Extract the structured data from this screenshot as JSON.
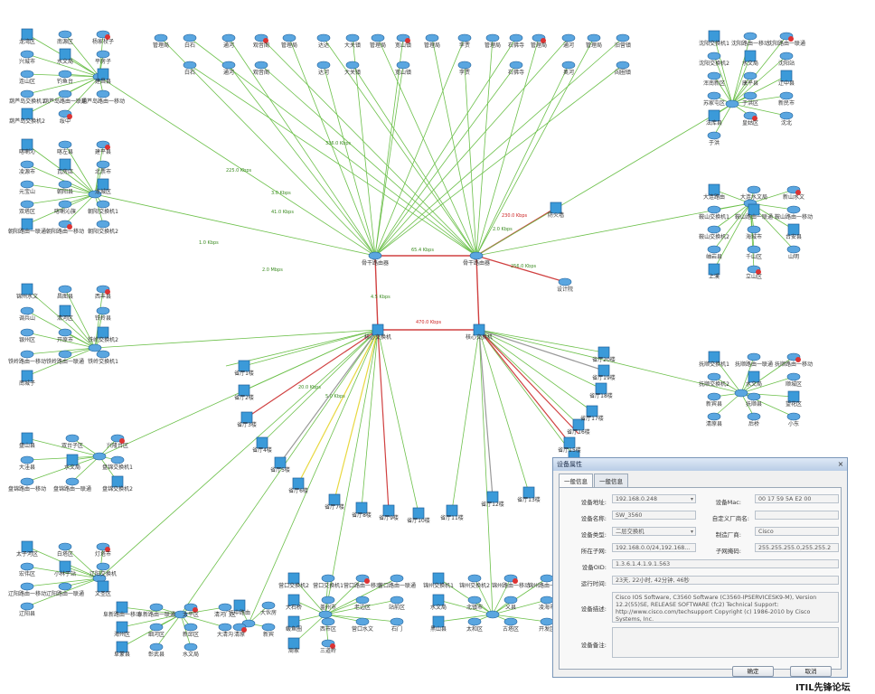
{
  "topology": {
    "core_labels": [
      "骨干路由器",
      "骨干路由器",
      "核心交换机",
      "核心交换机"
    ],
    "firewall_label": "防火墙",
    "design_label": "设计院",
    "top_row": [
      "管理局",
      "白石",
      "通河",
      "观音阁",
      "管理局",
      "达达",
      "大关镇",
      "管理局",
      "宽山镇",
      "管理局",
      "李贾",
      "管理局",
      "石佛寺",
      "管理局",
      "通河",
      "管理局",
      "旧营镇"
    ],
    "top_row2": [
      "白石",
      "通河",
      "观音阁",
      "达河",
      "大关镇",
      "宽山镇",
      "李贾",
      "石佛寺",
      "奥河",
      "闾圈镇"
    ],
    "left_group1": [
      "龙湾区",
      "南源区",
      "杨家杖子",
      "兴城市",
      "水文局",
      "平房子",
      "连山区",
      "钓鱼台",
      "建昌县",
      "葫芦岛交换机1",
      "葫芦岛路由一联通",
      "葫芦岛路由一移动",
      "葫芦岛交换机2",
      "绥中"
    ],
    "left_group2": [
      "喀喇沁",
      "喀左县",
      "建平县",
      "凌源市",
      "瓦房店",
      "北票市",
      "元宝山",
      "朝阳县",
      "龙城区",
      "双塔区",
      "喀喇沁旗",
      "朝阳交换机1",
      "朝阳路由一联通",
      "朝阳路由一移动",
      "朝阳交换机2"
    ],
    "left_group3": [
      "锦州水文",
      "昌图县",
      "西丰县",
      "调兵山",
      "清河区",
      "铁岭县",
      "银州区",
      "开原市",
      "铁岭交换机2",
      "铁岭路由一移动",
      "铁岭路由一联通",
      "铁岭交换机1",
      "南城子"
    ],
    "left_group4": [
      "盘山县",
      "双台子区",
      "兴隆台区",
      "大洼县",
      "水文局",
      "盘锦交换机1",
      "盘锦路由一移动",
      "盘锦路由一联通",
      "盘锦交换机2"
    ],
    "left_group5": [
      "太子河区",
      "白塔区",
      "灯塔市",
      "宏伟区",
      "小林子站",
      "辽阳交换机",
      "辽阳路由一移动",
      "辽阳路由一联通",
      "文圣区",
      "辽阳县"
    ],
    "bottom_group1": [
      "阜新路由一移动",
      "阜新路由一联通",
      "太平区",
      "清河门区",
      "海州区",
      "细河区",
      "新邱区",
      "大清沟",
      "阜蒙县",
      "彰武县",
      "水文局"
    ],
    "bottom_group2": [
      "营口交换机2",
      "营口交换机1",
      "营口路由一移动",
      "营口路由一联通",
      "大石桥",
      "盖州市",
      "老边区",
      "站前区",
      "鲅鱼圈",
      "西市区",
      "营口水文",
      "石门",
      "周家",
      "三道岭"
    ],
    "bottom_group3": [
      "锦州交换机1",
      "锦州交换机2",
      "锦州路由一移动",
      "锦州路由一联通",
      "水文局",
      "北镇市",
      "义县",
      "凌海市",
      "黑山县",
      "太和区",
      "古塔区",
      "开发区"
    ],
    "bottom_group4": [
      "抚中路由",
      "大伙房",
      "清原",
      "新宾"
    ],
    "right_group1": [
      "沈阳交换机1",
      "沈阳路由一移动",
      "沈阳路由一联通",
      "沈阳交换机2",
      "水文局",
      "沈阳站",
      "浑南新区",
      "康平县",
      "辽中县",
      "苏家屯区",
      "于洪区",
      "新民市",
      "法库县",
      "皇姑区",
      "沈北",
      "于洪"
    ],
    "right_group2": [
      "大连路由",
      "大连水文局",
      "新山水文",
      "鞍山交换机1",
      "鞍山路由一联通",
      "鞍山路由一移动",
      "鞍山交换机2",
      "海城市",
      "台安县",
      "岫岩县",
      "千山区",
      "山明",
      "上溪",
      "立山区"
    ],
    "right_group3": [
      "抚顺交换机1",
      "抚顺路由一联通",
      "抚顺路由一移动",
      "抚顺交换机2",
      "水文局",
      "顺城区",
      "新宾县",
      "抚顺县",
      "望花区",
      "清原县",
      "后桥",
      "小东"
    ],
    "floor_labels": [
      "省厅1楼",
      "省厅2楼",
      "省厅3楼",
      "省厅4楼",
      "省厅5楼",
      "省厅6楼",
      "省厅7楼",
      "省厅8楼",
      "省厅9楼",
      "省厅10楼",
      "省厅11楼",
      "省厅12楼",
      "省厅13楼",
      "省厅14楼",
      "省厅15楼",
      "省厅16楼",
      "省厅17楼",
      "省厅18楼",
      "省厅19楼",
      "省厅20楼"
    ],
    "edge_labels": [
      "65.4 Kbps",
      "4.5 Kbps",
      "3.0 Kbps",
      "2.0 Kbps",
      "230.0 Kbps",
      "256.0 Kbps",
      "470.0 Kbps",
      "1.0 Kbps",
      "41.0 Kbps",
      "225.0 Kbps",
      "336.0 Kbps",
      "2.0 Mbps",
      "20.0 Kbps",
      "5.0 Kbps"
    ]
  },
  "dialog": {
    "title": "设备属性",
    "close": "×",
    "tabs": [
      "一般信息",
      "一般信息"
    ],
    "fields": {
      "ip_label": "设备地址:",
      "ip": "192.168.0.248",
      "mac_label": "设备Mac:",
      "mac": "00 17 59 5A E2 00",
      "name_label": "设备名称:",
      "name": "SW_3560",
      "alias_label": "自定义厂商名:",
      "alias": "",
      "type_label": "设备类型:",
      "type": "二层交换机",
      "vendor_label": "制造厂商:",
      "vendor": "Cisco",
      "subnet_label": "所在子网:",
      "subnet": "192.168.0.0/24,192.168...",
      "mask_label": "子网掩码:",
      "mask": "255.255.255.0,255.255.2",
      "oid_label": "设备OID:",
      "oid": "1.3.6.1.4.1.9.1.563",
      "uptime_label": "运行时间:",
      "uptime": "23天, 22小时, 42分钟, 46秒",
      "desc_label": "设备描述:",
      "desc": "Cisco IOS Software, C3560 Software (C3560-IPSERVICESK9-M), Version 12.2(55)SE, RELEASE SOFTWARE (fc2) Technical Support: http://www.cisco.com/techsupport Copyright (c) 1986-2010 by Cisco Systems, Inc.",
      "note_label": "设备备注:",
      "note": ""
    },
    "ok": "确定",
    "cancel": "取消"
  },
  "watermark": "ITIL先锋论坛",
  "colors": {
    "link_ok": "#6cc04a",
    "link_busy": "#d04040",
    "link_warn": "#e8d840",
    "link_down": "#999999",
    "device": "#2a7fc9"
  }
}
